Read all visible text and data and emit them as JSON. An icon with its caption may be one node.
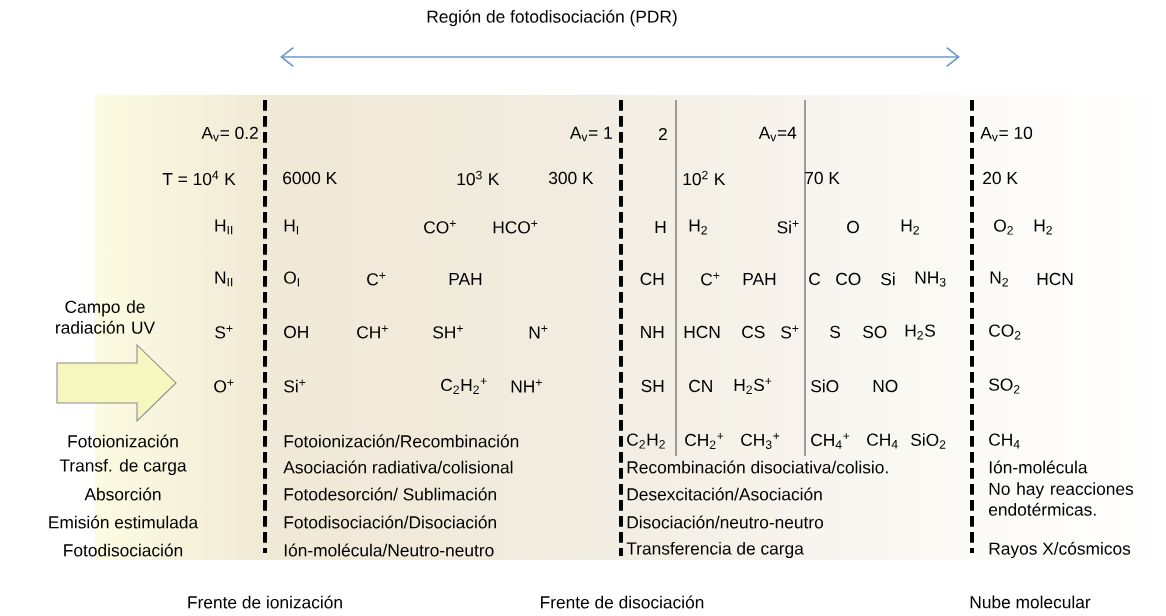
{
  "diagram": {
    "labels": [
      "Región de fotodisociación (PDR)",
      "A$_{v}$= 0.2",
      "A$_{v}$= 1",
      "2",
      "A$_{v}$=4",
      "A$_{v}$= 10",
      "T = 10$^{4}$ K",
      "6000 K",
      "10$^{3}$ K",
      "300 K",
      "10$^{2}$ K",
      "70 K",
      "20 K",
      "H$_{II}$",
      "H$_{I}$",
      "CO$^{+}$",
      "HCO$^{+}$",
      "H",
      "H$_{2}$",
      "Si$^{+}$",
      "O",
      "H$_{2}$",
      "O$_{2}$",
      "H$_{2}$",
      "N$_{II}$",
      "O$_{I}$",
      "C$^{+}$",
      "PAH",
      "CH",
      "C$^{+}$",
      "PAH",
      "C",
      "CO",
      "Si",
      "NH$_{3}$",
      "N$_{2}$",
      "HCN",
      "Campo de radiación UV",
      "S$^{+}$",
      "OH",
      "CH$^{+}$",
      "SH$^{+}$",
      "N$^{+}$",
      "NH",
      "HCN",
      "CS",
      "S$^{+}$",
      "S",
      "SO",
      "H$_{2}$S",
      "CO$_{2}$",
      "O$^{+}$",
      "Si$^{+}$",
      "C$_{2}$H$_{2}$$^{+}$",
      "NH$^{+}$",
      "SH",
      "CN",
      "H$_{2}$S$^{+}$",
      "SiO",
      "NO",
      "SO$_{2}$",
      "Fotoionización",
      "Fotoionización/Recombinación",
      "C$_{2}$H$_{2}$",
      "CH$_{2}$$^{+}$",
      "CH$_{3}$$^{+}$",
      "CH$_{4}$$^{+}$",
      "CH$_{4}$",
      "SiO$_{2}$",
      "CH$_{4}$",
      "Transf. de carga",
      "Asociación radiativa/colisional",
      "Recombinación disociativa/colisio.",
      "Ión-molécula",
      "Absorción",
      "Fotodesorción/ Sublimación",
      "Desexcitación/Asociación",
      "No hay reacciones endotérmicas.",
      "Emisión estimulada",
      "Fotodisociación/Disociación",
      "Disociación/neutro-neutro",
      "Fotodisociación",
      "Ión-molécula/Neutro-neutro",
      "Transferencia de carga",
      "Rayos X/cósmicos",
      "Frente de ionización",
      "Frente de disociación",
      "Nube molecular"
    ]
  }
}
